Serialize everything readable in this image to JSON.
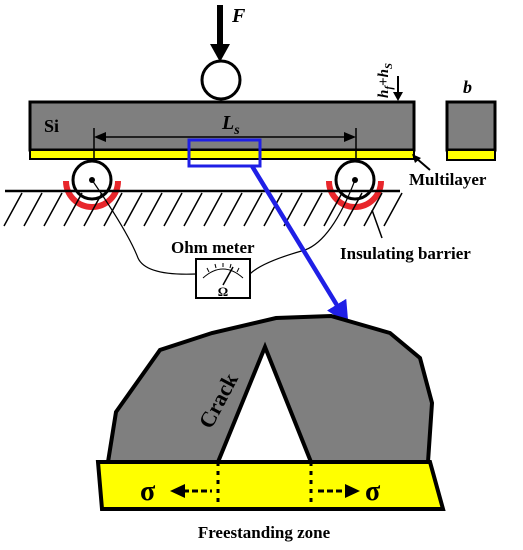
{
  "labels": {
    "force": "F",
    "thickness_h": "h",
    "thickness_f": "f",
    "thickness_plus_h": "+h",
    "thickness_s": "S",
    "width": "b",
    "silicon": "Si",
    "span_L": "L",
    "span_s": "s",
    "multilayer": "Multilayer",
    "insulating_barrier": "Insulating barrier",
    "ohm_meter": "Ohm meter",
    "ohm_symbol": "Ω",
    "crack": "Crack",
    "sigma_left": "σ",
    "sigma_right": "σ",
    "freestanding_zone": "Freestanding zone"
  },
  "colors": {
    "silicon": "#7f7f7f",
    "multilayer": "#ffff00",
    "insulating_barrier": "#e8262b",
    "zoom_box": "#1f1fe6",
    "outline": "#000000"
  }
}
